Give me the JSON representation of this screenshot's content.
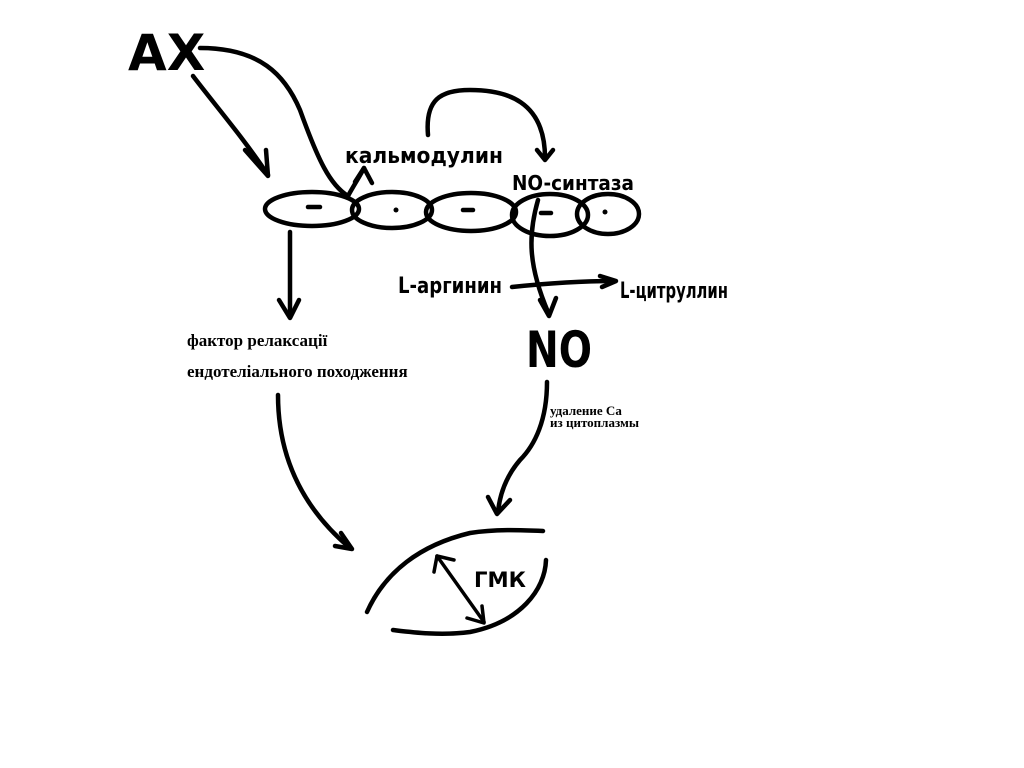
{
  "labels": {
    "ach": "АХ",
    "calmodulin": "кальмодулин",
    "no_synthase": "NO-синтаза",
    "l_arginine": "L-аргинин",
    "l_citrulline": "L-цитруллин",
    "no": "NO",
    "relax_factor_line1": "фактор релаксації",
    "relax_factor_line2": "ендотеліального походження",
    "ca_removal_line1": "удаление Ca",
    "ca_removal_line2": "из цитоплазмы",
    "smc": "ГМК"
  },
  "colors": {
    "ink": "#000000",
    "background": "#ffffff"
  }
}
